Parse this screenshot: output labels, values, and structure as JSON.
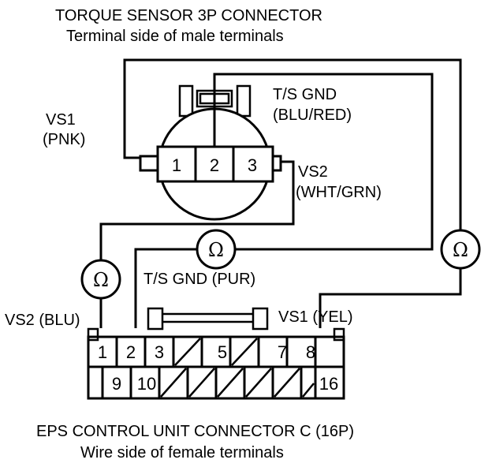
{
  "title": "TORQUE SENSOR 3P CONNECTOR",
  "subtitle": "Terminal side of male terminals",
  "bottom_title": "EPS CONTROL UNIT CONNECTOR C (16P)",
  "bottom_subtitle": "Wire side of female terminals",
  "sensor_labels": {
    "vs1_name": "VS1",
    "vs1_color": "(PNK)",
    "ts_gnd_name": "T/S GND",
    "ts_gnd_color": "(BLU/RED)",
    "vs2_name": "VS2",
    "vs2_color": "(WHT/GRN)"
  },
  "sensor_pins": [
    "1",
    "2",
    "3"
  ],
  "ecu_labels": {
    "vs2": "VS2 (BLU)",
    "ts_gnd": "T/S GND (PUR)",
    "vs1": "VS1 (YEL)"
  },
  "ecu_pins_top": [
    "1",
    "2",
    "3",
    "5",
    "7",
    "8"
  ],
  "ecu_pins_bottom": [
    "9",
    "10",
    "16"
  ],
  "ohm_symbol": "Ω",
  "meter_icon": "ohmmeter-icon"
}
